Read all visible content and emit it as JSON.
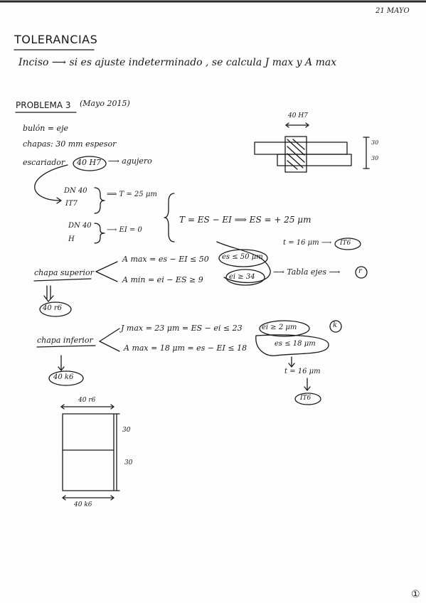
{
  "header": {
    "date": "21 MAYO"
  },
  "title": "TOLERANCIAS",
  "intro": "Inciso ⟶ si es ajuste indeterminado , se calcula J max y A max",
  "problem": {
    "heading": "PROBLEMA 3",
    "source": "(Mayo 2015)",
    "bulon": "bulón = eje",
    "chapas": "chapas: 30 mm espesor",
    "escariador_label": "escariador",
    "escariador_value": "40 H7",
    "escariador_arrow": "⟶ agujero",
    "top_dim": "40 H7",
    "side_dims": [
      "30",
      "30"
    ]
  },
  "derivation": {
    "dn1": "DN 40",
    "it1": "IT7",
    "t_result": "⟹ T = 25 μm",
    "dn2": "DN 40",
    "h": "H",
    "ei_result": "⟶ EI = 0",
    "t_formula": "T = ES − EI ⟹ ES = + 25 μm"
  },
  "superior": {
    "label": "chapa superior",
    "amax": "A max = es − EI ≤ 50",
    "amin": "A min = ei − ES ≥ 9",
    "es_box": "es ≤ 50 μm",
    "ei_box": "ei ≥ 34",
    "t_it": "t = 16 μm ⟶",
    "it_circle": "IT6",
    "tabla": "⟶ Tabla ejes ⟶",
    "r_circle": "r",
    "result": "40 r6"
  },
  "inferior": {
    "label": "chapa inferior",
    "jmax": "J max = 23 μm = ES − ei ≤ 23",
    "amax": "A max = 18 μm = es − EI ≤ 18",
    "ei_box": "ei ≥ 2 μm",
    "es_box": "es ≤ 18 μm",
    "k_circle": "k",
    "t": "t = 16 μm",
    "it_circle": "IT6",
    "result": "40 k6"
  },
  "bottom_sketch": {
    "top_label": "40 r6",
    "bottom_label": "40 k6",
    "dims": [
      "30",
      "30"
    ]
  },
  "page_number": "①"
}
